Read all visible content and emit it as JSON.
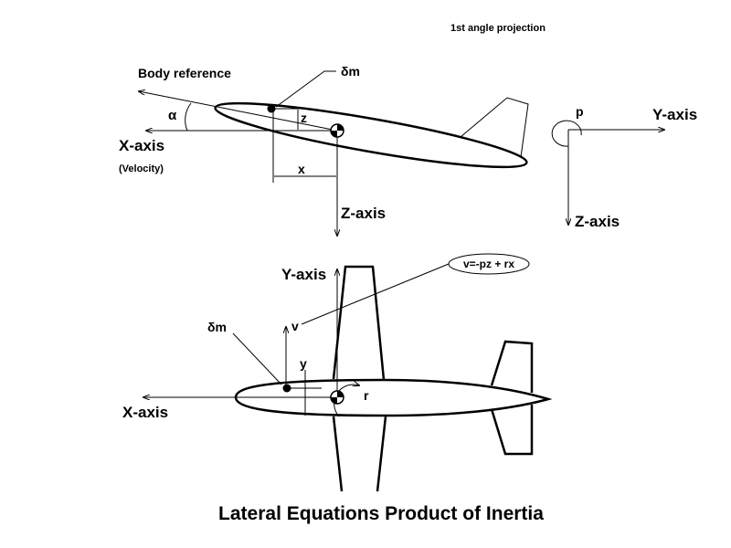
{
  "header": {
    "projection_note": "1st angle projection"
  },
  "side_view": {
    "body_reference": "Body reference",
    "alpha": "α",
    "x_axis": "X-axis",
    "velocity": "(Velocity)",
    "z_axis": "Z-axis",
    "delta_m": "δm",
    "z_label": "z",
    "x_label": "x"
  },
  "front_axes": {
    "y_axis": "Y-axis",
    "z_axis": "Z-axis",
    "p_label": "p"
  },
  "top_view": {
    "y_axis": "Y-axis",
    "x_axis": "X-axis",
    "delta_m": "δm",
    "v_label": "v",
    "y_label": "y",
    "r_label": "r",
    "equation": "v=-pz + rx"
  },
  "title": "Lateral Equations Product of Inertia"
}
